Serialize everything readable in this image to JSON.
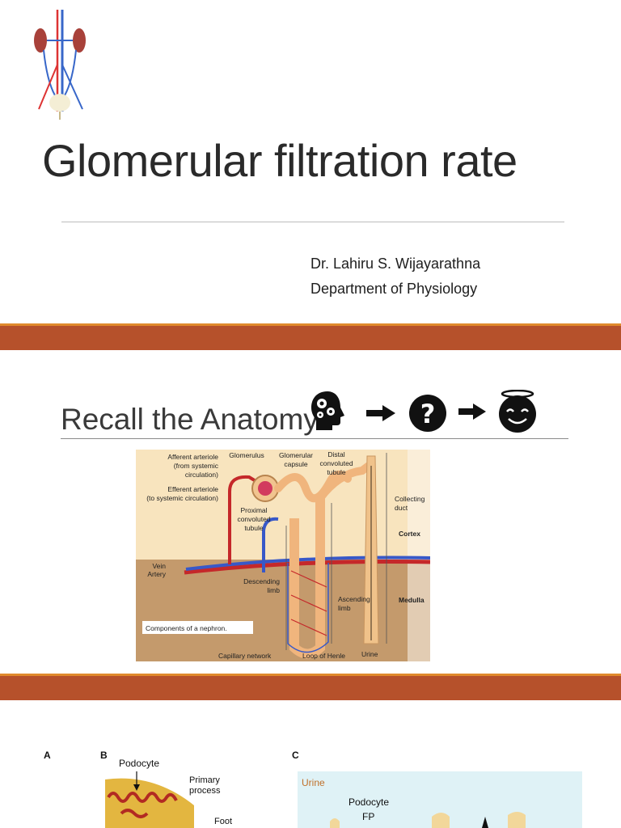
{
  "slide1": {
    "title": "Glomerular filtration rate",
    "author": "Dr. Lahiru S. Wijayarathna",
    "department": "Department of Physiology"
  },
  "slide2": {
    "title": "Recall the Anatomy",
    "diagram_labels": {
      "afferent": [
        "Afferent arteriole",
        "(from systemic",
        "circulation)"
      ],
      "efferent": [
        "Efferent arteriole",
        "(to systemic circulation)"
      ],
      "glomerulus": "Glomerulus",
      "capsule": [
        "Glomerular",
        "capsule"
      ],
      "distal": [
        "Distal",
        "convoluted",
        "tubule"
      ],
      "collecting": [
        "Collecting",
        "duct"
      ],
      "proximal": [
        "Proximal",
        "convoluted",
        "tubule"
      ],
      "cortex": "Cortex",
      "vein": "Vein",
      "artery": "Artery",
      "descending": [
        "Descending",
        "limb"
      ],
      "ascending": [
        "Ascending",
        "limb"
      ],
      "medulla": "Medulla",
      "caption": "Components of a nephron.",
      "capillary": "Capillary network",
      "loop": "Loop of Henle",
      "urine": "Urine"
    }
  },
  "slide3": {
    "panel_a": "A",
    "panel_b": "B",
    "panel_c": "C",
    "podocyte_b": "Podocyte",
    "primary_process": [
      "Primary",
      "process"
    ],
    "foot": "Foot",
    "urine": "Urine",
    "podocyte_c": "Podocyte",
    "fp": "FP"
  },
  "colors": {
    "band": "#b6512b",
    "band_top": "#e08a2c"
  }
}
